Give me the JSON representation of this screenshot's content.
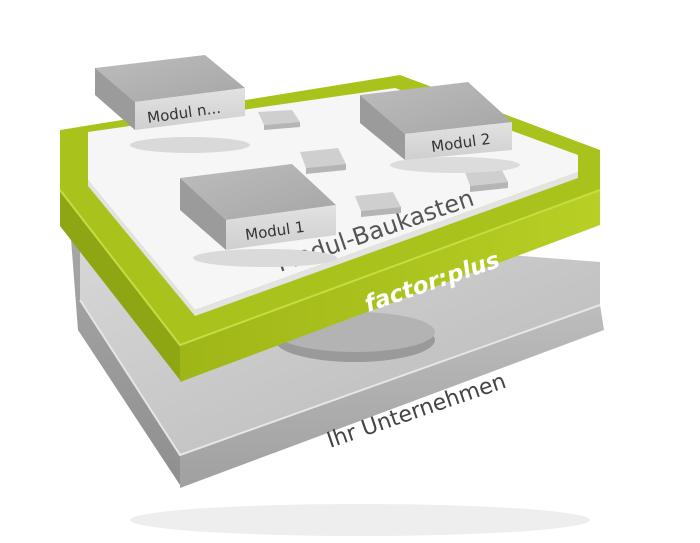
{
  "labels": {
    "module_n": "Modul n...",
    "module_2": "Modul 2",
    "module_1": "Modul 1",
    "baukasten": "Modul-Baukasten",
    "brand": "factor:plus",
    "company": "Ihr Unternehmen"
  },
  "colors": {
    "accent": "#a9c21b",
    "accent_dark": "#8aa011",
    "gray_top": "#c9c9c9",
    "gray_side": "#9e9e9e",
    "white_panel": "#f7f7f7",
    "text_dark": "#444444",
    "text_brand": "#ffffff"
  }
}
